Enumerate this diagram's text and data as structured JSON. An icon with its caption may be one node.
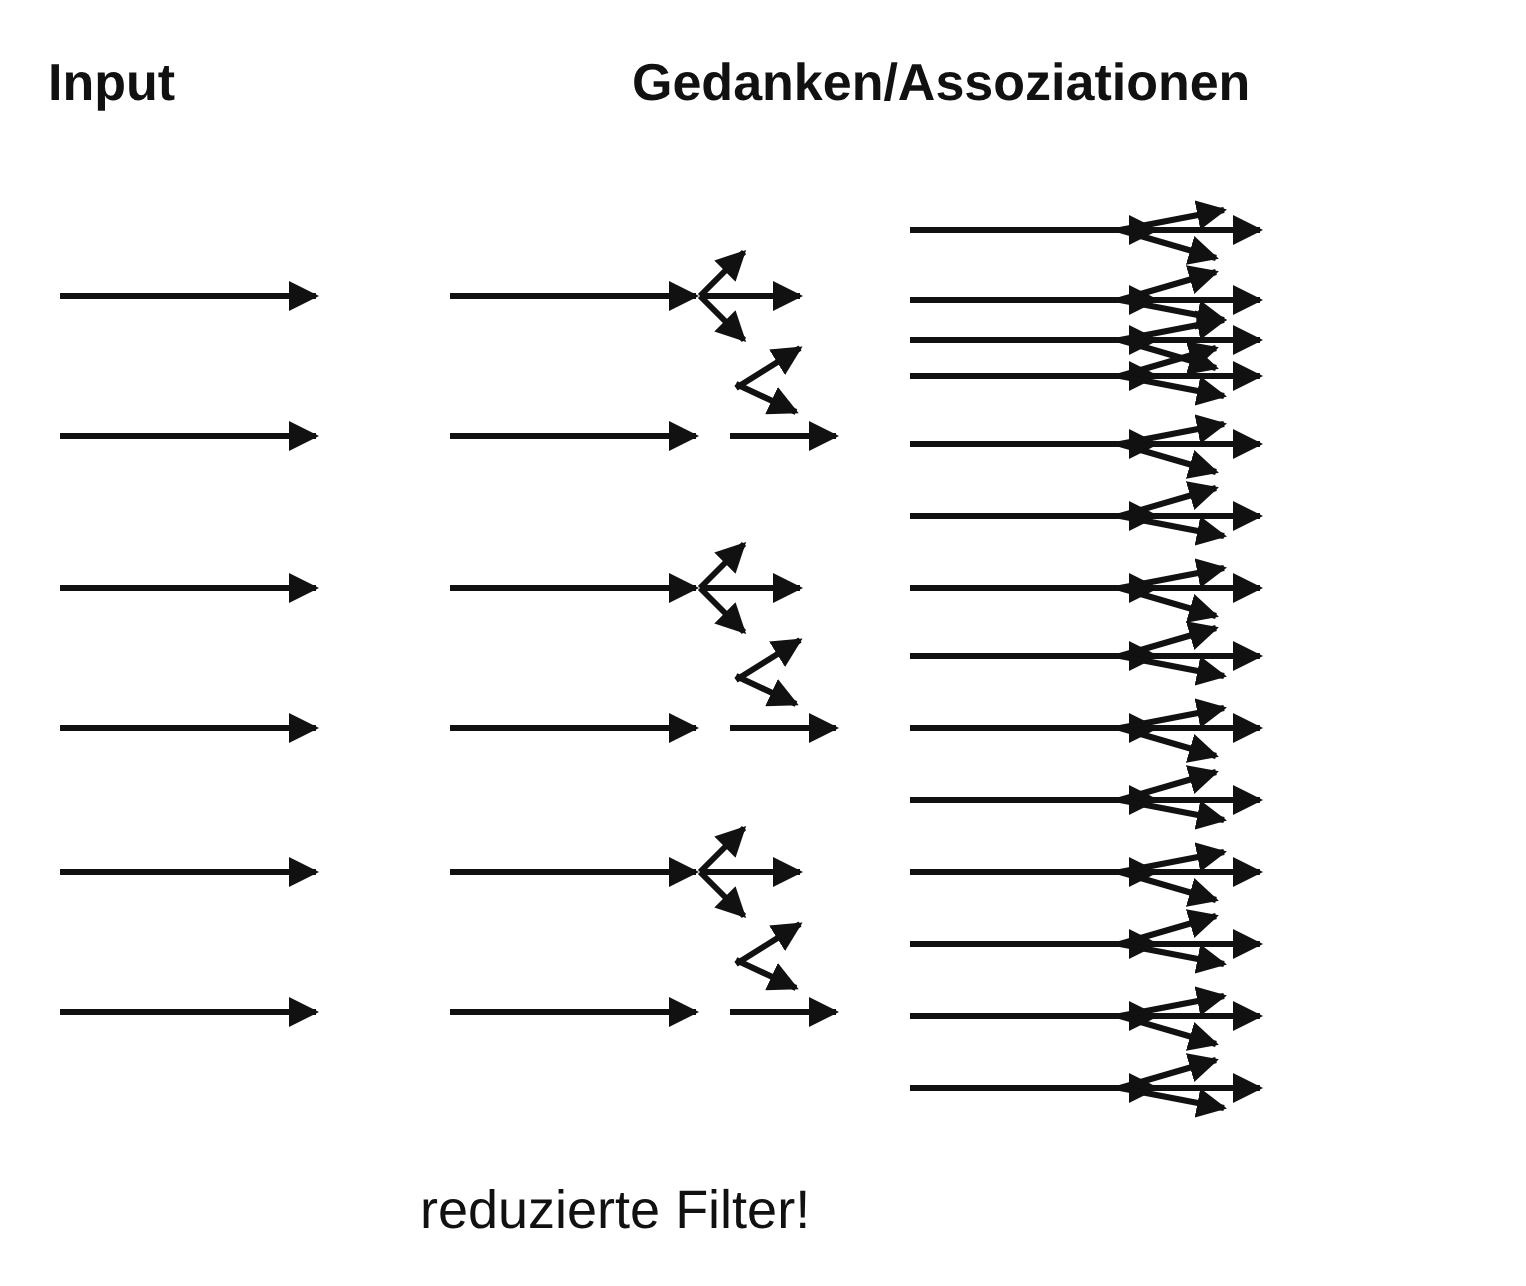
{
  "diagram": {
    "labels": [
      "Input",
      "Gedanken/Assoziationen",
      "reduzierte Filter!"
    ]
  }
}
